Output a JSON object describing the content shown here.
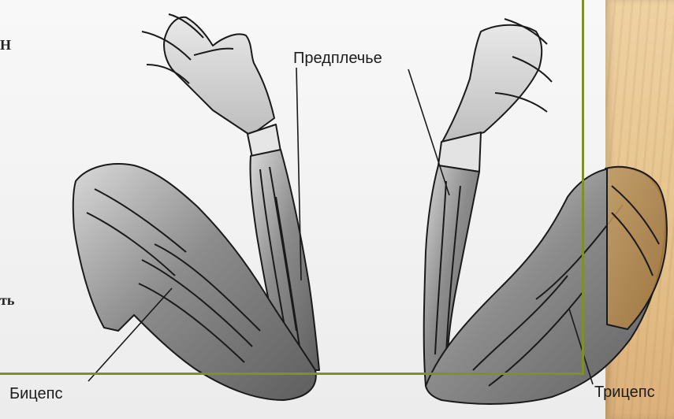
{
  "labels": {
    "forearm": "Предплечье",
    "biceps": "Бицепс",
    "triceps": "Трицепс"
  },
  "edge_text": {
    "top": "Н",
    "middle": "ть"
  },
  "colors": {
    "frame": "#7f8f2a",
    "muscle_dark": "#6f6f6f",
    "muscle_mid": "#9a9a9a",
    "muscle_light": "#cfcfcf",
    "triceps_highlight": "#b98d4a",
    "outline": "#1a1a1a"
  }
}
